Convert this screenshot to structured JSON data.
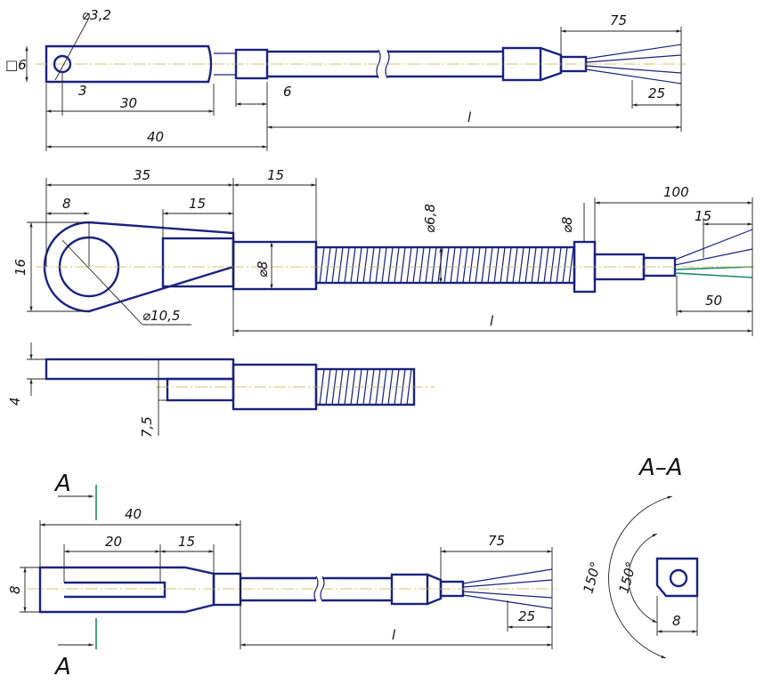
{
  "colors": {
    "outline": "#1a237e",
    "section_marker": "#1a8a6a",
    "centerline": "#c8b04a"
  },
  "view1": {
    "hole_dia": "⌀3,2",
    "square": "□6",
    "dim_3": "3",
    "dim_30": "30",
    "dim_40": "40",
    "dim_6": "6",
    "dim_l": "l",
    "dim_75": "75",
    "dim_25": "25"
  },
  "view2": {
    "dim_35": "35",
    "dim_15a": "15",
    "dim_8": "8",
    "dim_15b": "15",
    "dim_16": "16",
    "dia_8a": "⌀8",
    "dia_6_8": "⌀6,8",
    "dia_8b": "⌀8",
    "dim_100": "100",
    "dim_15c": "15",
    "dim_50": "50",
    "dia_10_5": "⌀10,5",
    "dim_l": "l"
  },
  "view3": {
    "dim_4": "4",
    "dim_7_5": "7,5"
  },
  "view4": {
    "section_a_top": "A",
    "section_a_bottom": "A",
    "dim_40": "40",
    "dim_20": "20",
    "dim_15": "15",
    "dim_8": "8",
    "dim_75": "75",
    "dim_25": "25",
    "dim_l": "l"
  },
  "section": {
    "title": "A–A",
    "angle_outer": "150°",
    "angle_inner": "150°",
    "dim_8": "8"
  }
}
